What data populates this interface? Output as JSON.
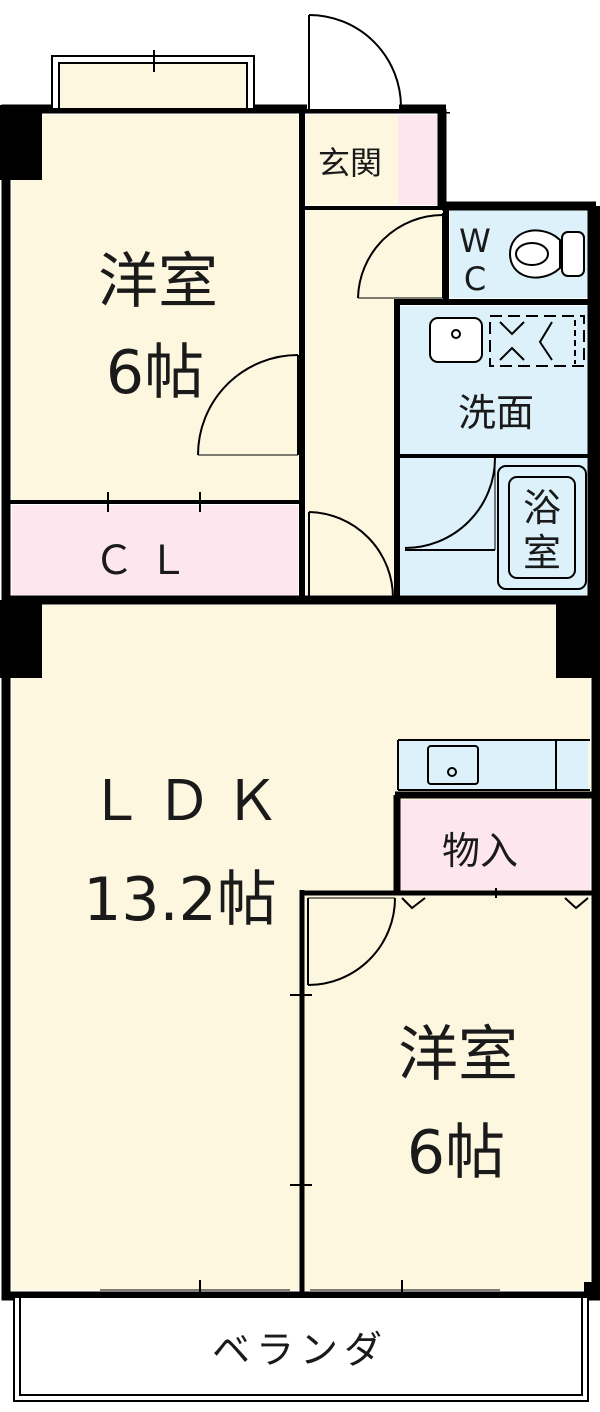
{
  "rooms": {
    "western_room_top": {
      "name": "洋室",
      "size": "6帖"
    },
    "closet": {
      "name": "ＣＬ"
    },
    "entrance": {
      "name": "玄関"
    },
    "wc": {
      "name_line1": "W",
      "name_line2": "C"
    },
    "washroom": {
      "name": "洗面"
    },
    "bath": {
      "name_line1": "浴",
      "name_line2": "室"
    },
    "ldk": {
      "name": "ＬＤＫ",
      "size": "13.2帖"
    },
    "storage": {
      "name": "物入"
    },
    "western_room_bottom": {
      "name": "洋室",
      "size": "6帖"
    },
    "veranda": {
      "name": "ベランダ"
    }
  },
  "colors": {
    "floor": "#fdf7e0",
    "closet_fill": "#fde6ee",
    "wet_area_fill": "#dcf1fa",
    "wall": "#000000"
  }
}
